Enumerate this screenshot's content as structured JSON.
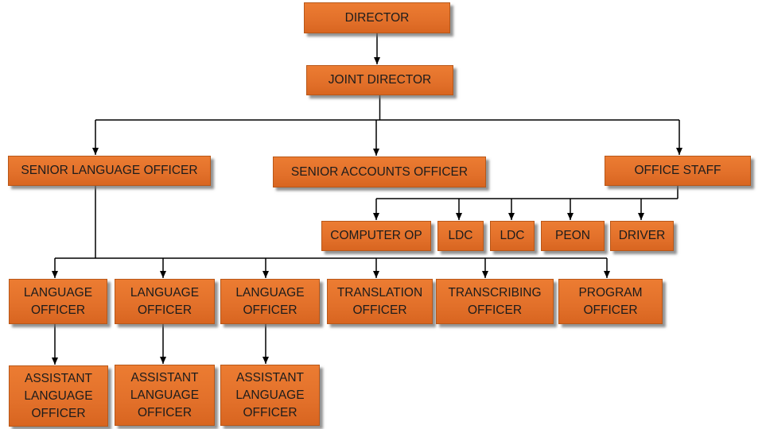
{
  "nodes": {
    "director": {
      "lines": [
        "DIRECTOR"
      ]
    },
    "joint_director": {
      "lines": [
        "JOINT DIRECTOR"
      ]
    },
    "senior_language_officer": {
      "lines": [
        "SENIOR LANGUAGE OFFICER"
      ]
    },
    "senior_accounts_officer": {
      "lines": [
        "SENIOR ACCOUNTS OFFICER"
      ]
    },
    "office_staff": {
      "lines": [
        "OFFICE STAFF"
      ]
    },
    "computer_op": {
      "lines": [
        "COMPUTER OP"
      ]
    },
    "ldc_1": {
      "lines": [
        "LDC"
      ]
    },
    "ldc_2": {
      "lines": [
        "LDC"
      ]
    },
    "peon": {
      "lines": [
        "PEON"
      ]
    },
    "driver": {
      "lines": [
        "DRIVER"
      ]
    },
    "language_officer_1": {
      "lines": [
        "LANGUAGE",
        "OFFICER"
      ]
    },
    "language_officer_2": {
      "lines": [
        "LANGUAGE",
        "OFFICER"
      ]
    },
    "language_officer_3": {
      "lines": [
        "LANGUAGE",
        "OFFICER"
      ]
    },
    "translation_officer": {
      "lines": [
        "TRANSLATION",
        "OFFICER"
      ]
    },
    "transcribing_officer": {
      "lines": [
        "TRANSCRIBING",
        "OFFICER"
      ]
    },
    "program_officer": {
      "lines": [
        "PROGRAM",
        "OFFICER"
      ]
    },
    "assistant_language_officer_1": {
      "lines": [
        "ASSISTANT",
        "LANGUAGE",
        "OFFICER"
      ]
    },
    "assistant_language_officer_2": {
      "lines": [
        "ASSISTANT",
        "LANGUAGE",
        "OFFICER"
      ]
    },
    "assistant_language_officer_3": {
      "lines": [
        "ASSISTANT",
        "LANGUAGE",
        "OFFICER"
      ]
    }
  },
  "edges": [
    [
      "director",
      "joint_director"
    ],
    [
      "joint_director",
      "senior_language_officer"
    ],
    [
      "joint_director",
      "senior_accounts_officer"
    ],
    [
      "joint_director",
      "office_staff"
    ],
    [
      "office_staff",
      "computer_op"
    ],
    [
      "office_staff",
      "ldc_1"
    ],
    [
      "office_staff",
      "ldc_2"
    ],
    [
      "office_staff",
      "peon"
    ],
    [
      "office_staff",
      "driver"
    ],
    [
      "senior_language_officer",
      "language_officer_1"
    ],
    [
      "senior_language_officer",
      "language_officer_2"
    ],
    [
      "senior_language_officer",
      "language_officer_3"
    ],
    [
      "senior_language_officer",
      "translation_officer"
    ],
    [
      "senior_language_officer",
      "transcribing_officer"
    ],
    [
      "senior_language_officer",
      "program_officer"
    ],
    [
      "language_officer_1",
      "assistant_language_officer_1"
    ],
    [
      "language_officer_2",
      "assistant_language_officer_2"
    ],
    [
      "language_officer_3",
      "assistant_language_officer_3"
    ]
  ],
  "colors": {
    "box_fill": "#e2702a",
    "box_border": "#b85718",
    "text": "#1c1c1c",
    "connector": "#000000"
  }
}
